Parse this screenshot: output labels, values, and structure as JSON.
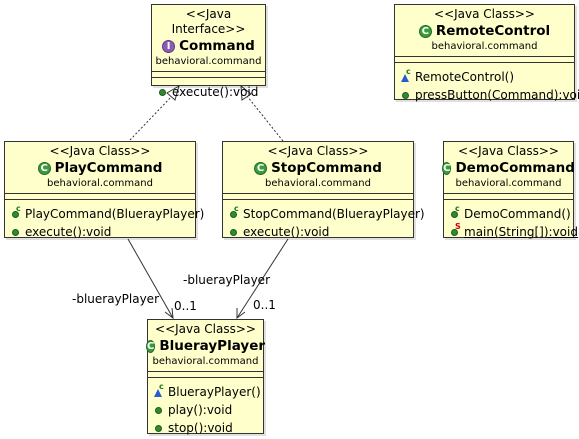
{
  "classes": {
    "command": {
      "stereotype": "<<Java Interface>>",
      "name": "Command",
      "package": "behavioral.command",
      "icon": "interface-icon",
      "operations": [
        "execute():void"
      ]
    },
    "remote_control": {
      "stereotype": "<<Java Class>>",
      "name": "RemoteControl",
      "package": "behavioral.command",
      "icon": "class-icon",
      "operations": [
        "RemoteControl()",
        "pressButton(Command):void"
      ]
    },
    "play_command": {
      "stereotype": "<<Java Class>>",
      "name": "PlayCommand",
      "package": "behavioral.command",
      "icon": "class-icon",
      "operations": [
        "PlayCommand(BluerayPlayer)",
        "execute():void"
      ]
    },
    "stop_command": {
      "stereotype": "<<Java Class>>",
      "name": "StopCommand",
      "package": "behavioral.command",
      "icon": "class-icon",
      "operations": [
        "StopCommand(BluerayPlayer)",
        "execute():void"
      ]
    },
    "demo_command": {
      "stereotype": "<<Java Class>>",
      "name": "DemoCommand",
      "package": "behavioral.command",
      "icon": "class-icon",
      "operations": [
        "DemoCommand()",
        "main(String[]):void"
      ]
    },
    "blueray_player": {
      "stereotype": "<<Java Class>>",
      "name": "BluerayPlayer",
      "package": "behavioral.command",
      "icon": "class-icon",
      "operations": [
        "BluerayPlayer()",
        "play():void",
        "stop():void"
      ]
    }
  },
  "associations": {
    "play_to_player": {
      "role": "-bluerayPlayer",
      "multiplicity": "0..1"
    },
    "stop_to_player": {
      "role": "-bluerayPlayer",
      "multiplicity": "0..1"
    }
  },
  "colors": {
    "class_fill": "#ffffcc",
    "border": "#333333",
    "public_dot": "#2e8b2e",
    "package_triangle": "#2a5bd7"
  }
}
